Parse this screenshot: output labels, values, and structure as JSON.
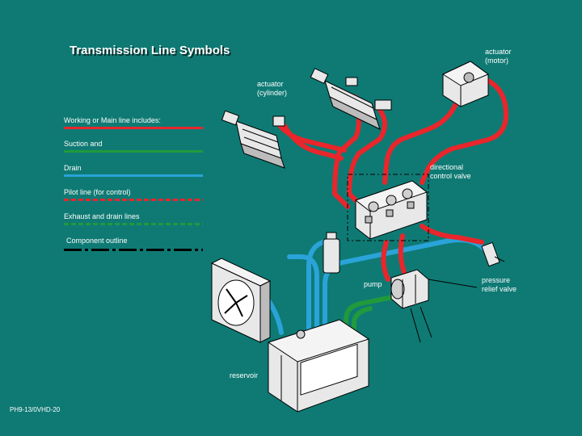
{
  "title": "Transmission Line Symbols",
  "legend": [
    {
      "label": "Working or Main line includes:",
      "color": "#e8262b",
      "style": "solid"
    },
    {
      "label": "Suction and",
      "color": "#1f9a3c",
      "style": "solid"
    },
    {
      "label": "Drain",
      "color": "#2aa3d8",
      "style": "solid"
    },
    {
      "label": "Pilot line (for control)",
      "color": "#e8262b",
      "style": "dashed"
    },
    {
      "label": "Exhaust and drain lines",
      "color": "#1f9a3c",
      "style": "dashed"
    },
    {
      "label": "Component outline",
      "color": "#000000",
      "style": "dashdot"
    }
  ],
  "labels": {
    "actuator_motor": "actuator\n(motor)",
    "actuator_cylinder": "actuator\n(cylinder)",
    "directional_valve": "directional\ncontrol valve",
    "pump": "pump",
    "pressure_relief_valve": "pressure\nrelief valve",
    "reservoir": "reservoir",
    "code": "PH9-13/0VHD-20"
  },
  "colors": {
    "background": "#0f7a74",
    "pressure_line": "#e8262b",
    "return_line": "#2aa3d8",
    "suction_line": "#1f9a3c",
    "component": "#e8e8e8"
  }
}
